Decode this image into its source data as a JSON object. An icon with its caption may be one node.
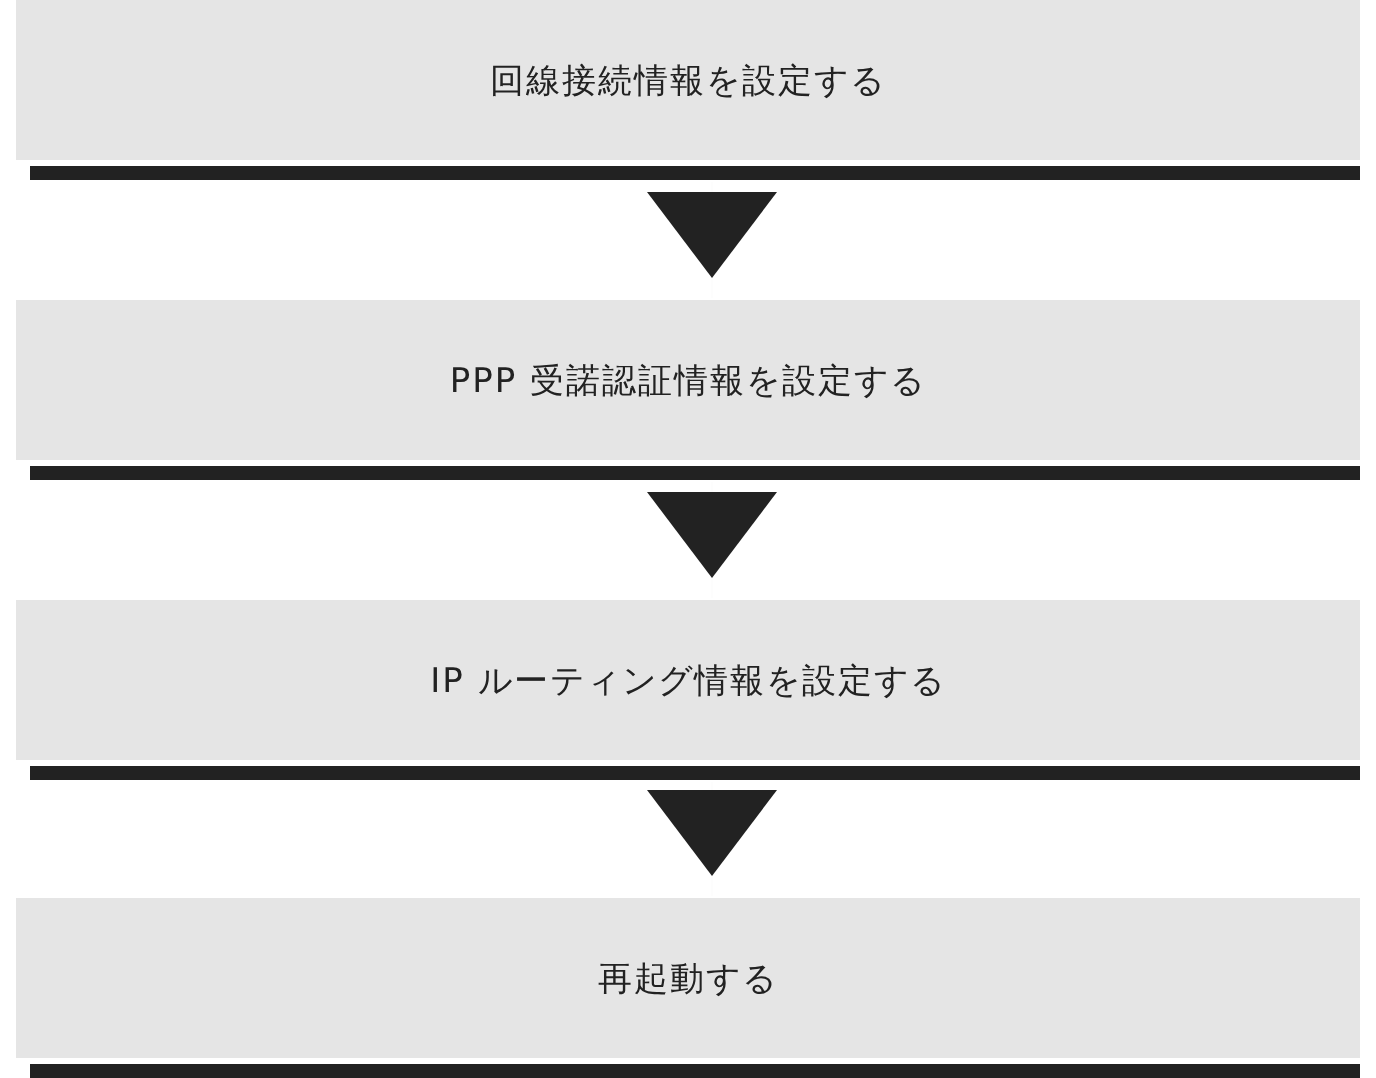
{
  "diagram": {
    "nodes": [
      {
        "text": [
          "回線接続情報を設定する"
        ]
      },
      {
        "text": [
          "PPP 受諾認証情報を設定する"
        ]
      },
      {
        "text": [
          "IP ルーティング情報を設定する"
        ]
      },
      {
        "text": [
          "再起動する"
        ]
      }
    ],
    "edges": [
      {
        "from": 0,
        "to": 1,
        "arrow": "to"
      },
      {
        "from": 1,
        "to": 2,
        "arrow": "to"
      },
      {
        "from": 2,
        "to": 3,
        "arrow": "to"
      }
    ]
  }
}
